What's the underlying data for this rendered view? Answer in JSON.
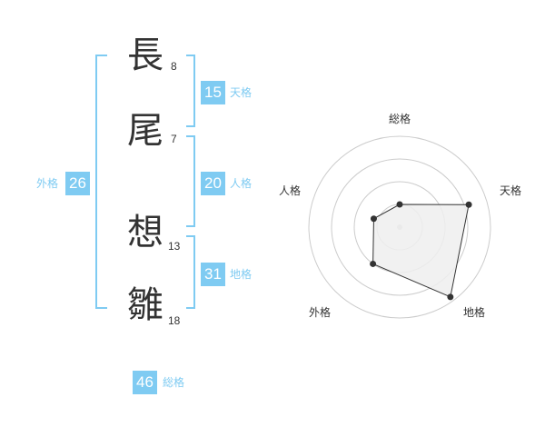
{
  "name": {
    "chars": [
      {
        "char": "長",
        "strokes": "8"
      },
      {
        "char": "尾",
        "strokes": "7"
      },
      {
        "char": "想",
        "strokes": "13"
      },
      {
        "char": "雛",
        "strokes": "18"
      }
    ]
  },
  "kaku": {
    "tenkaku": {
      "value": "15",
      "label": "天格"
    },
    "jinkaku": {
      "value": "20",
      "label": "人格"
    },
    "chikaku": {
      "value": "31",
      "label": "地格"
    },
    "gaikaku": {
      "value": "26",
      "label": "外格"
    },
    "soukaku": {
      "value": "46",
      "label": "総格"
    }
  },
  "colors": {
    "accent": "#7fcbf2",
    "text": "#333333",
    "ring": "#cccccc",
    "polygon_fill": "#eeeeee"
  },
  "chart_data": {
    "type": "radar",
    "axes": [
      "総格",
      "天格",
      "地格",
      "外格",
      "人格"
    ],
    "rings": 4,
    "range": [
      0,
      4
    ],
    "values": [
      1,
      3.2,
      3.8,
      2,
      1.2
    ]
  }
}
